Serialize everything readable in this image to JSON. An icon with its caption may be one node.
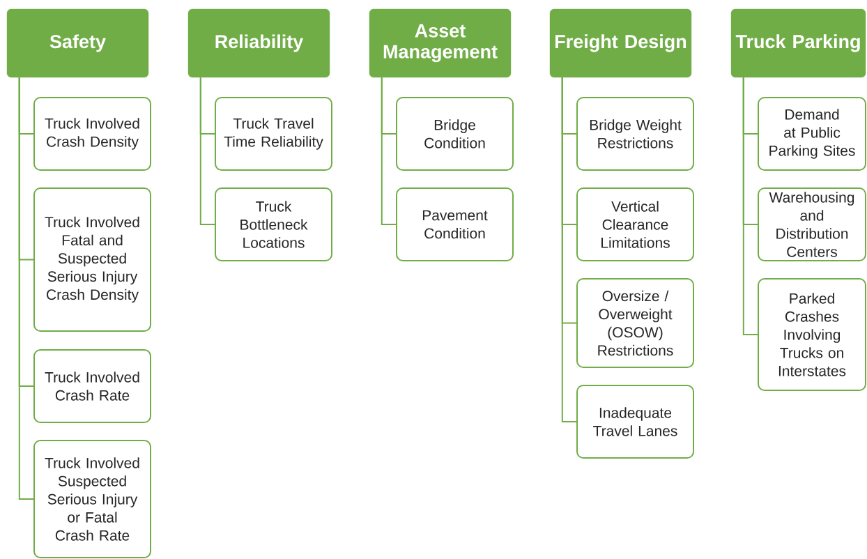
{
  "diagram": {
    "nodes": [
      {
        "text": [
          "Safety"
        ]
      },
      {
        "text": [
          "Truck Involved Crash Density"
        ]
      },
      {
        "text": [
          "Truck Involved Fatal and Suspected Serious Injury Crash Density"
        ]
      },
      {
        "text": [
          "Truck Involved Crash Rate"
        ]
      },
      {
        "text": [
          "Truck Involved Suspected Serious Injury or Fatal Crash Rate"
        ]
      },
      {
        "text": [
          "Reliability"
        ]
      },
      {
        "text": [
          "Truck Travel Time Reliability"
        ]
      },
      {
        "text": [
          "Truck Bottleneck Locations"
        ]
      },
      {
        "text": [
          "Asset Management"
        ]
      },
      {
        "text": [
          "Bridge Condition"
        ]
      },
      {
        "text": [
          "Pavement Condition"
        ]
      },
      {
        "text": [
          "Freight Design"
        ]
      },
      {
        "text": [
          "Bridge Weight Restrictions"
        ]
      },
      {
        "text": [
          "Vertical Clearance Limitations"
        ]
      },
      {
        "text": [
          "Oversize / Overweight (OSOW) Restrictions"
        ]
      },
      {
        "text": [
          "Inadequate Travel Lanes"
        ]
      },
      {
        "text": [
          "Truck Parking"
        ]
      },
      {
        "text": [
          "Demand at Public Parking Sites"
        ]
      },
      {
        "text": [
          "Warehousing and Distribution Centers"
        ]
      },
      {
        "text": [
          "Parked Crashes Involving Trucks on Interstates"
        ]
      }
    ],
    "edges": [
      {
        "from": 0,
        "to": 1,
        "arrow": "none"
      },
      {
        "from": 0,
        "to": 2,
        "arrow": "none"
      },
      {
        "from": 0,
        "to": 3,
        "arrow": "none"
      },
      {
        "from": 0,
        "to": 4,
        "arrow": "none"
      },
      {
        "from": 5,
        "to": 6,
        "arrow": "none"
      },
      {
        "from": 5,
        "to": 7,
        "arrow": "none"
      },
      {
        "from": 8,
        "to": 9,
        "arrow": "none"
      },
      {
        "from": 8,
        "to": 10,
        "arrow": "none"
      },
      {
        "from": 11,
        "to": 12,
        "arrow": "none"
      },
      {
        "from": 11,
        "to": 13,
        "arrow": "none"
      },
      {
        "from": 11,
        "to": 14,
        "arrow": "none"
      },
      {
        "from": 11,
        "to": 15,
        "arrow": "none"
      },
      {
        "from": 16,
        "to": 17,
        "arrow": "none"
      },
      {
        "from": 16,
        "to": 18,
        "arrow": "none"
      },
      {
        "from": 16,
        "to": 19,
        "arrow": "none"
      }
    ]
  }
}
